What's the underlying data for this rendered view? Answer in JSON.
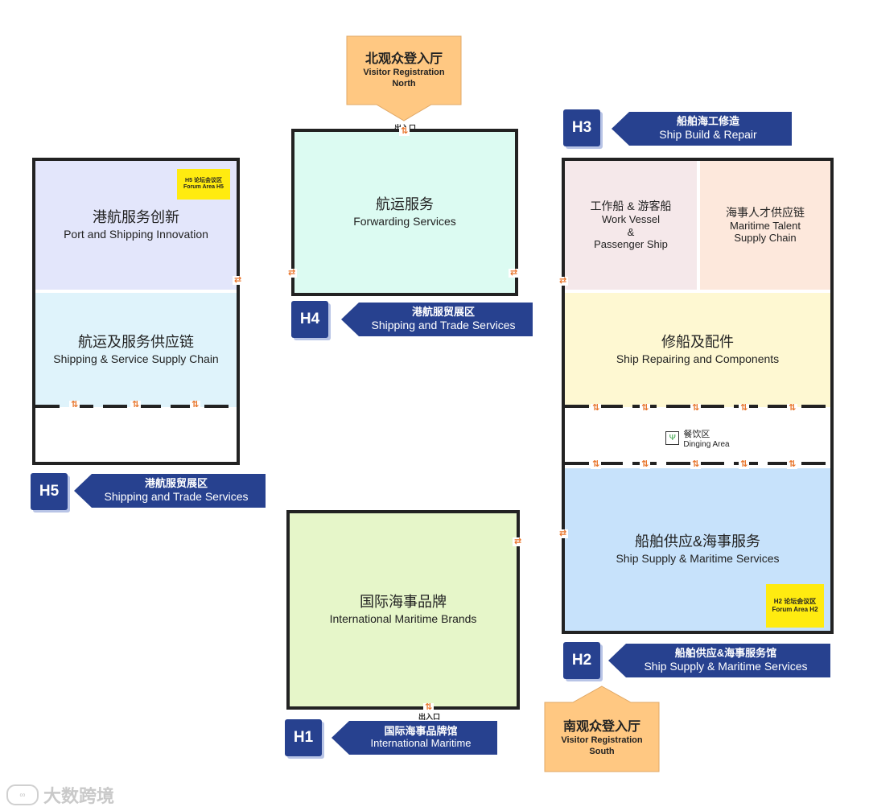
{
  "north_entrance": {
    "zh": "北观众登入厅",
    "en1": "Visitor Registration",
    "en2": "North",
    "io": "出入口"
  },
  "south_entrance": {
    "zh": "南观众登入厅",
    "en1": "Visitor Registration",
    "en2": "South"
  },
  "h5": {
    "badge": "H5",
    "banner_zh": "港航服贸展区",
    "banner_en": "Shipping and Trade Services",
    "zones": [
      {
        "zh": "港航服务创新",
        "en": "Port and Shipping Innovation"
      },
      {
        "zh": "航运及服务供应链",
        "en": "Shipping & Service Supply Chain"
      }
    ],
    "forum": {
      "zh": "H5 论坛会议区",
      "en": "Forum Area H5"
    }
  },
  "h4": {
    "badge": "H4",
    "banner_zh": "港航服贸展区",
    "banner_en": "Shipping and Trade Services",
    "zone": {
      "zh": "航运服务",
      "en": "Forwarding Services"
    }
  },
  "h3": {
    "badge": "H3",
    "banner_zh": "船舶海工修造",
    "banner_en": "Ship Build & Repair",
    "zones": [
      {
        "zh": "工作船 & 游客船",
        "en1": "Work Vessel",
        "en2": "&",
        "en3": "Passenger Ship"
      },
      {
        "zh": "海事人才供应链",
        "en1": "Maritime Talent",
        "en2": "Supply Chain"
      },
      {
        "zh": "修船及配件",
        "en": "Ship Repairing and Components"
      }
    ],
    "dining": {
      "zh": "餐饮区",
      "en": "Dinging Area"
    }
  },
  "h2": {
    "badge": "H2",
    "banner_zh": "船舶供应&海事服务馆",
    "banner_en": "Ship Supply & Maritime Services",
    "zone": {
      "zh": "船舶供应&海事服务",
      "en": "Ship Supply & Maritime Services"
    },
    "forum": {
      "zh": "H2 论坛会议区",
      "en": "Forum Area H2"
    }
  },
  "h1": {
    "badge": "H1",
    "banner_zh": "国际海事品牌馆",
    "banner_en": "International Maritime",
    "zone": {
      "zh": "国际海事品牌",
      "en": "International Maritime Brands"
    },
    "io": "出入口"
  },
  "watermark": "大数跨境",
  "colors": {
    "banner_blue": "#27418f",
    "h5_top": "#e3e6fb",
    "h5_mid": "#dff3fb",
    "h4": "#dcfbf2",
    "h3_a": "#f5e8ea",
    "h3_b": "#fde8dc",
    "h3_c": "#fef8d2",
    "h2": "#c7e2fb",
    "h1": "#e6f6c9",
    "entrance": "#ffc882",
    "forum": "#ffeb10",
    "door": "#e8742a"
  }
}
